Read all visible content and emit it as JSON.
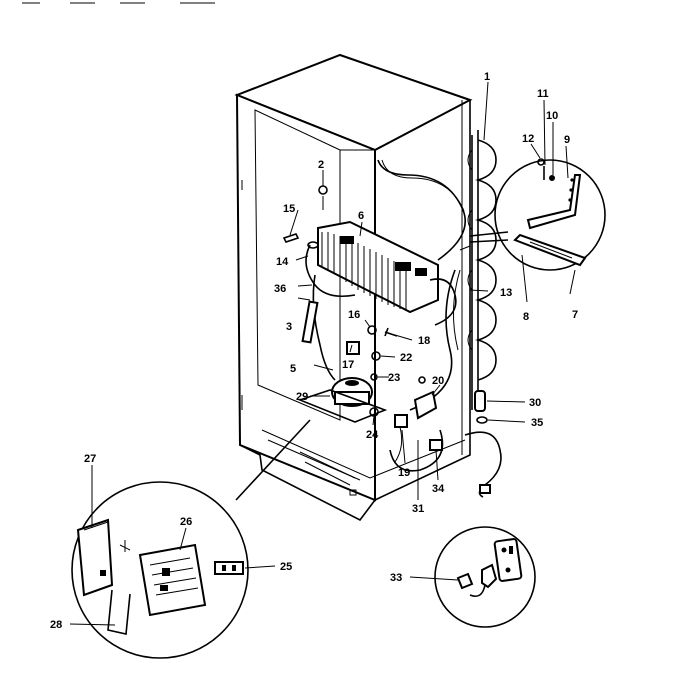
{
  "callouts": [
    {
      "id": "c1",
      "label": "1"
    },
    {
      "id": "c2",
      "label": "2"
    },
    {
      "id": "c3",
      "label": "3"
    },
    {
      "id": "c5",
      "label": "5"
    },
    {
      "id": "c6",
      "label": "6"
    },
    {
      "id": "c7",
      "label": "7"
    },
    {
      "id": "c8",
      "label": "8"
    },
    {
      "id": "c9",
      "label": "9"
    },
    {
      "id": "c10",
      "label": "10"
    },
    {
      "id": "c11",
      "label": "11"
    },
    {
      "id": "c12",
      "label": "12"
    },
    {
      "id": "c13",
      "label": "13"
    },
    {
      "id": "c14",
      "label": "14"
    },
    {
      "id": "c15",
      "label": "15"
    },
    {
      "id": "c16",
      "label": "16"
    },
    {
      "id": "c17",
      "label": "17"
    },
    {
      "id": "c18",
      "label": "18"
    },
    {
      "id": "c19",
      "label": "19"
    },
    {
      "id": "c20",
      "label": "20"
    },
    {
      "id": "c22",
      "label": "22"
    },
    {
      "id": "c23",
      "label": "23"
    },
    {
      "id": "c24",
      "label": "24"
    },
    {
      "id": "c25",
      "label": "25"
    },
    {
      "id": "c26",
      "label": "26"
    },
    {
      "id": "c27",
      "label": "27"
    },
    {
      "id": "c28",
      "label": "28"
    },
    {
      "id": "c29",
      "label": "29"
    },
    {
      "id": "c30",
      "label": "30"
    },
    {
      "id": "c31",
      "label": "31"
    },
    {
      "id": "c33",
      "label": "33"
    },
    {
      "id": "c34",
      "label": "34"
    },
    {
      "id": "c35",
      "label": "35"
    },
    {
      "id": "c36",
      "label": "36"
    }
  ]
}
